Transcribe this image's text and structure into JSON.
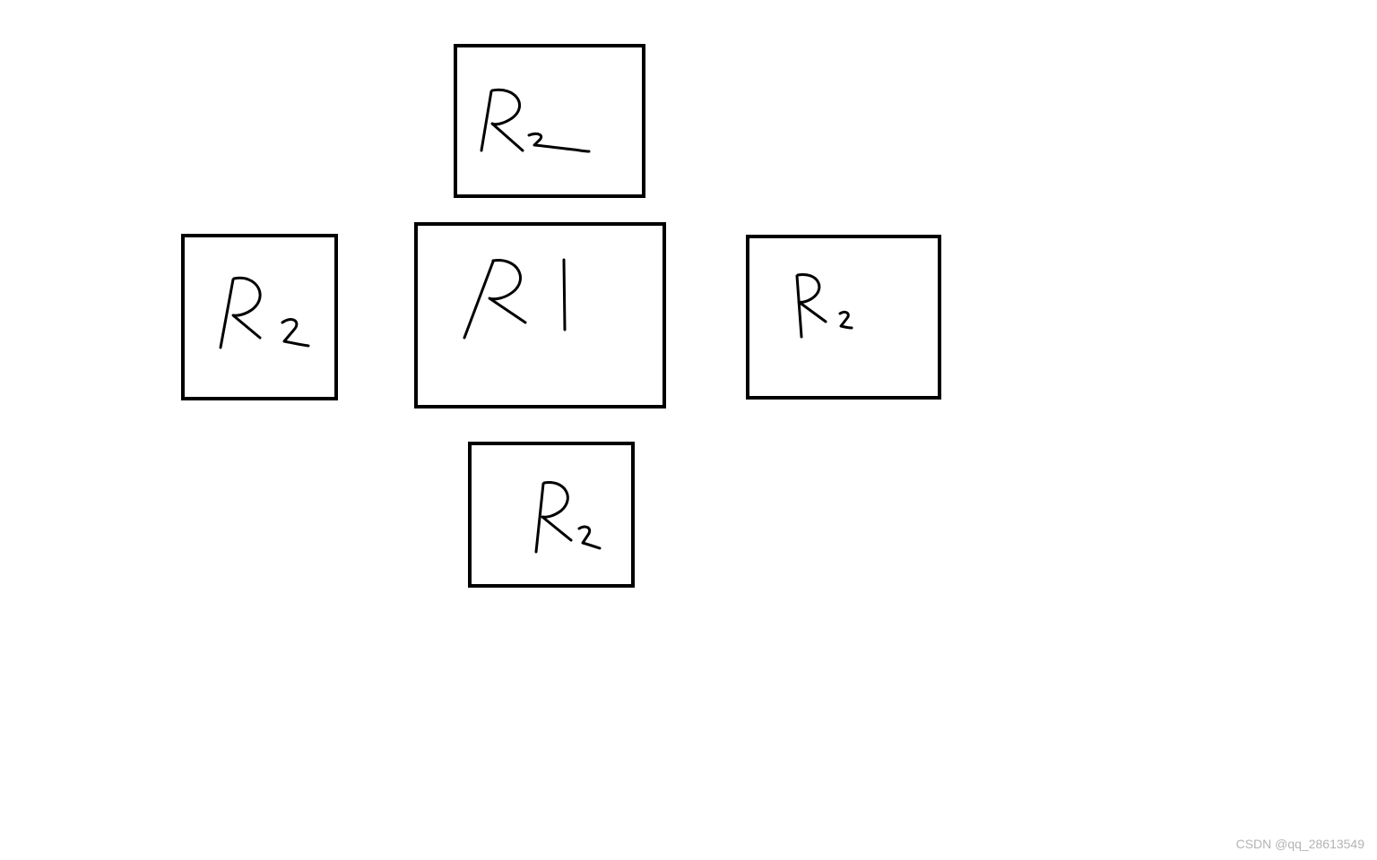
{
  "diagram": {
    "boxes": [
      {
        "id": "top",
        "label": "R2"
      },
      {
        "id": "left",
        "label": "R2"
      },
      {
        "id": "center",
        "label": "R1"
      },
      {
        "id": "right",
        "label": "R2"
      },
      {
        "id": "bottom",
        "label": "R2"
      }
    ]
  },
  "watermark": "CSDN @qq_28613549",
  "colors": {
    "background": "#ffffff",
    "stroke": "#000000",
    "watermark": "#b3b3b3"
  }
}
